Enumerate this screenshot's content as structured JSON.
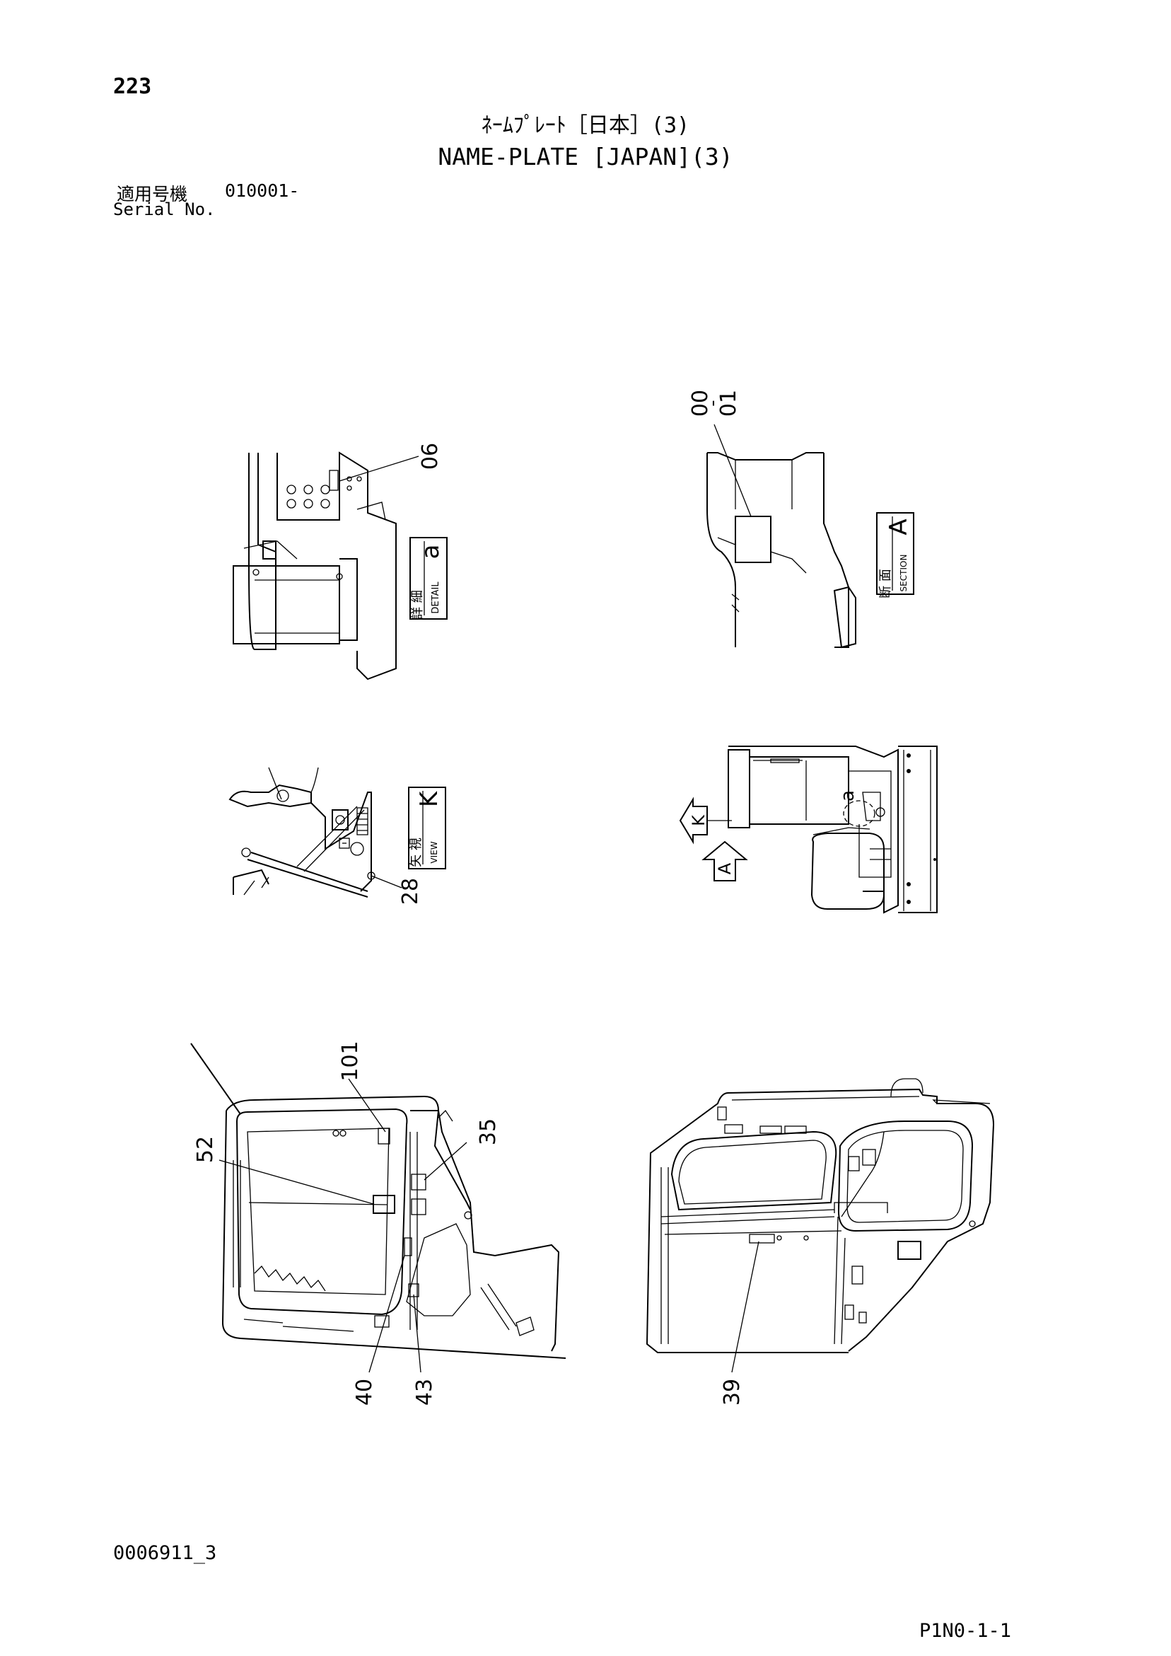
{
  "header": {
    "page_number": "223",
    "title_jp": "ﾈｰﾑﾌﾟﾚｰﾄ［日本］(3)",
    "title_en": "NAME-PLATE [JAPAN](3)",
    "serial_label_jp": "適用号機",
    "serial_value": "010001-",
    "serial_label_en": "Serial No."
  },
  "footer": {
    "doc_id": "0006911_3",
    "page_code": "P1N0-1-1"
  },
  "views": {
    "detail_a": {
      "jp": "詳 細",
      "en": "DETAIL",
      "letter": "a"
    },
    "section_a": {
      "jp": "断 面",
      "en": "SECTION",
      "letter": "A"
    },
    "view_k": {
      "jp": "矢 視",
      "en": "VIEW",
      "letter": "K"
    },
    "plan_arrows": {
      "k": "K",
      "a": "A",
      "detail": "a"
    }
  },
  "callouts": {
    "c06": "06",
    "c00_01": "00 - 01",
    "c28": "28",
    "c101": "101",
    "c52": "52",
    "c35": "35",
    "c40": "40",
    "c43": "43",
    "c39": "39"
  }
}
